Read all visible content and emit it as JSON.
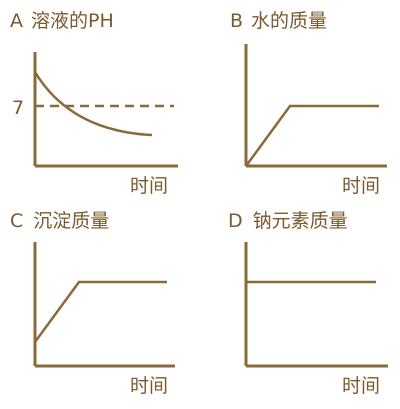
{
  "style": {
    "color": "#8b6a3a",
    "text_color": "#7a5a2e"
  },
  "chart_data": [
    {
      "type": "line",
      "letter": "A",
      "title": "溶液的PH",
      "xlabel": "时间",
      "ylabel": "",
      "reference_line": {
        "y": 7,
        "label": "7",
        "style": "dashed"
      },
      "series": [
        {
          "x": [
            0,
            0.1,
            0.3,
            0.5,
            0.7,
            0.85,
            1.0
          ],
          "y": [
            9,
            8,
            7.2,
            6.5,
            6.1,
            5.9,
            5.8
          ],
          "shape": "curve"
        }
      ]
    },
    {
      "type": "line",
      "letter": "B",
      "title": "水的质量",
      "xlabel": "时间",
      "ylabel": "",
      "series": [
        {
          "x": [
            0,
            0.35,
            1.0
          ],
          "y": [
            0,
            1,
            1
          ],
          "shape": "polyline"
        }
      ]
    },
    {
      "type": "line",
      "letter": "C",
      "title": "沉淀质量",
      "xlabel": "时间",
      "ylabel": "",
      "series": [
        {
          "x": [
            0,
            0.35,
            1.0
          ],
          "y": [
            0.4,
            1,
            1
          ],
          "shape": "polyline"
        }
      ]
    },
    {
      "type": "line",
      "letter": "D",
      "title": "钠元素质量",
      "xlabel": "时间",
      "ylabel": "",
      "series": [
        {
          "x": [
            0,
            1.0
          ],
          "y": [
            1,
            1
          ],
          "shape": "polyline"
        }
      ]
    }
  ]
}
